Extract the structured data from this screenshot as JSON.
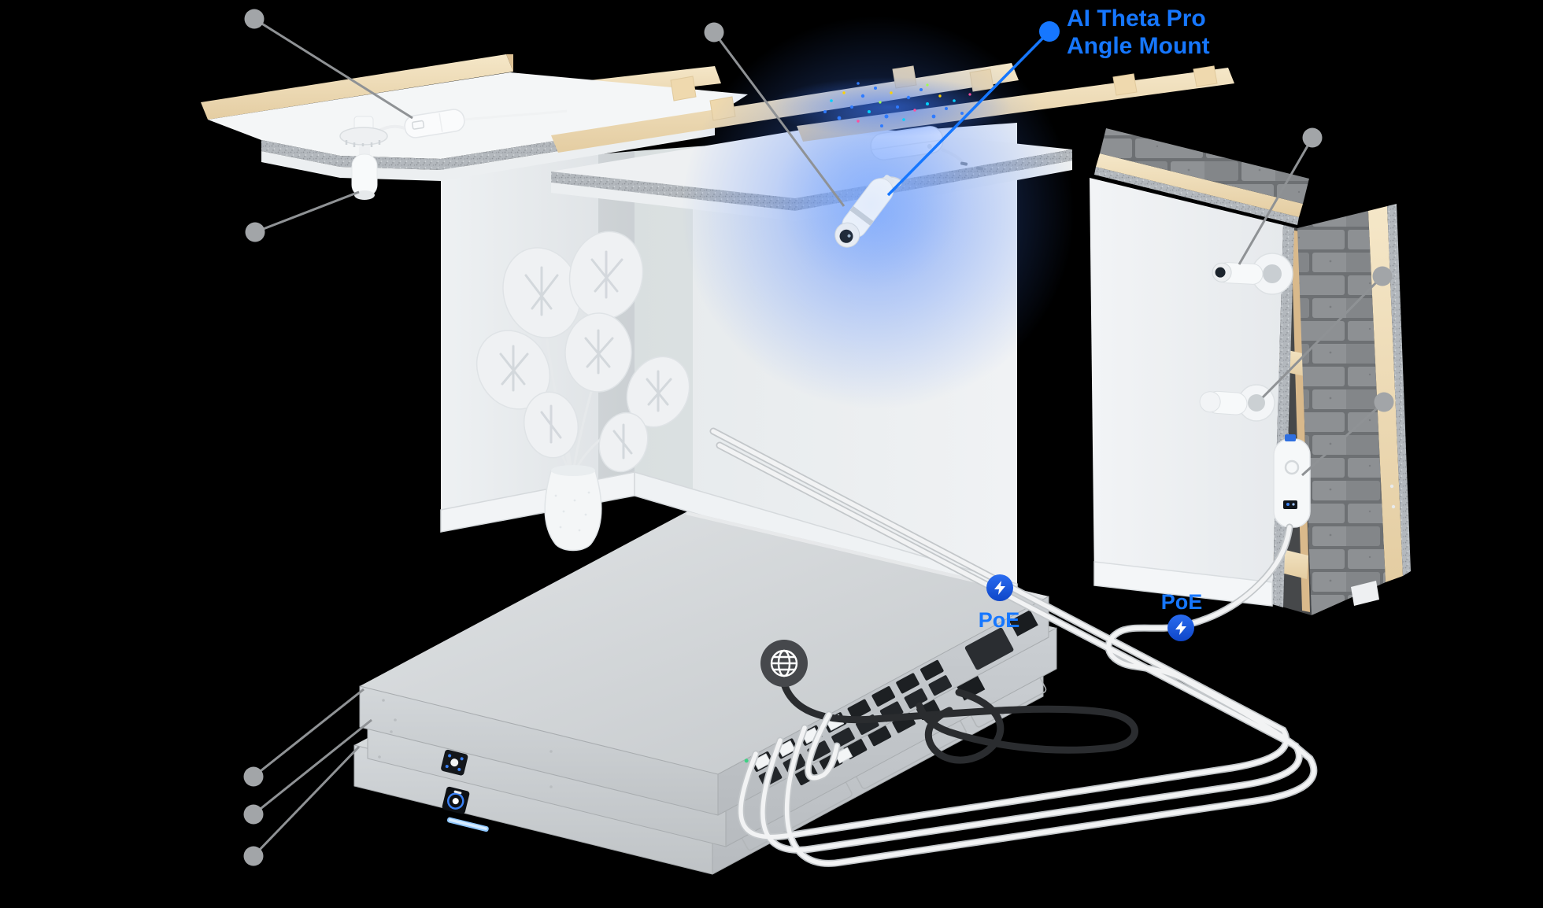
{
  "scene": {
    "background": "#000000",
    "accent_blue": "#1677FF",
    "poe_badge_blue": "#1653D6",
    "callout_gray": "#8F9295",
    "callout_dot_gray": "#A2A5A8",
    "globe_badge_gray": "#46484C",
    "cable_white": "#F2F3F4",
    "cable_black": "#2A2C2F"
  },
  "annotation": {
    "line1": "AI Theta Pro",
    "line2": "Angle Mount"
  },
  "poe_badges": [
    {
      "label": "PoE",
      "icon": "lightning-bolt-icon"
    },
    {
      "label": "PoE",
      "icon": "lightning-bolt-icon"
    }
  ],
  "internet": {
    "icon": "globe-icon"
  }
}
